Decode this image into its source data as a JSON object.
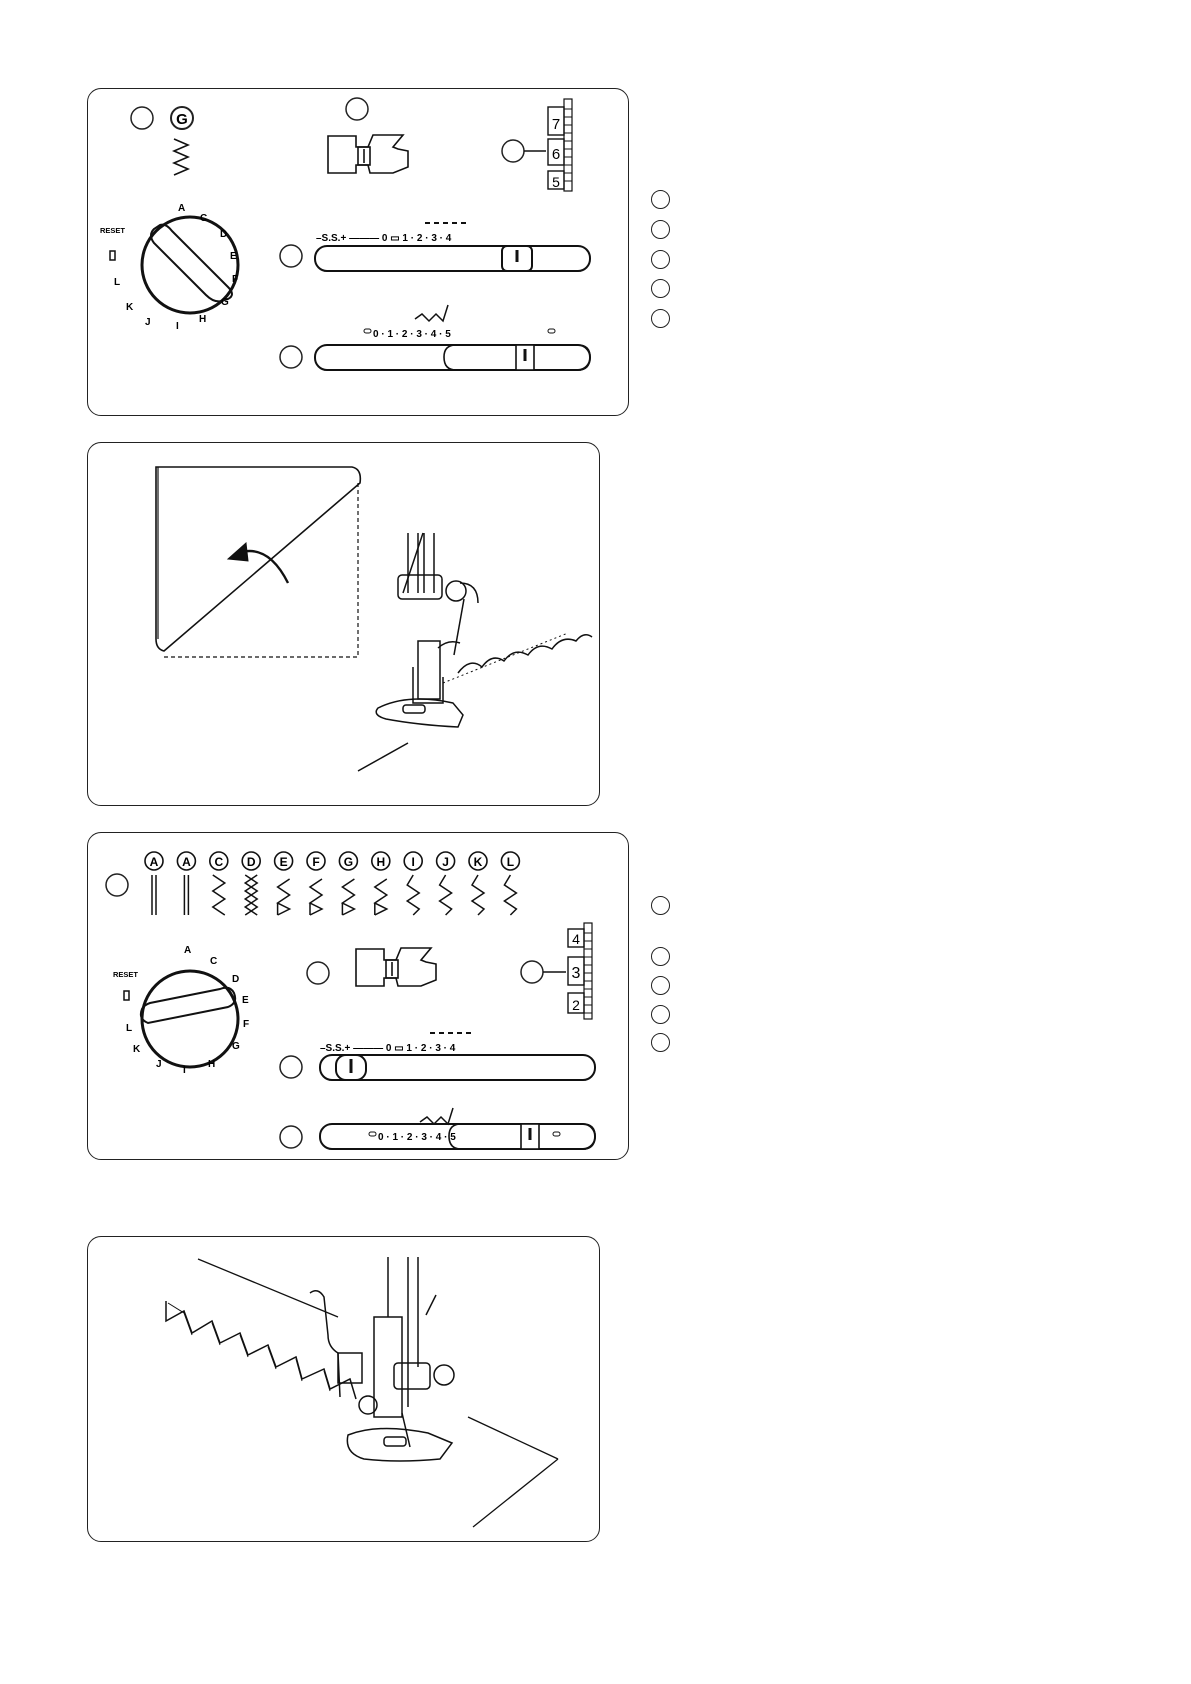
{
  "panel1": {
    "pattern_letter": "G",
    "dial_reset": "RESET",
    "dial_letters": [
      "A",
      "C",
      "D",
      "E",
      "F",
      "G",
      "H",
      "I",
      "J",
      "K",
      "L"
    ],
    "length_scale": "–S.S.+ ——— 0 ▭ 1 · 2 · 3 · 4",
    "width_scale": "0 · 1 · 2 · 3 · 4 · 5",
    "tension_numbers": [
      "7",
      "6",
      "5"
    ]
  },
  "panel3": {
    "pattern_letters": [
      "A",
      "A",
      "C",
      "D",
      "E",
      "F",
      "G",
      "H",
      "I",
      "J",
      "K",
      "L"
    ],
    "dial_reset": "RESET",
    "dial_letters": [
      "A",
      "C",
      "D",
      "E",
      "F",
      "G",
      "H",
      "I",
      "J",
      "K",
      "L"
    ],
    "length_scale": "–S.S.+ ——— 0 ▭ 1 · 2 · 3 · 4",
    "width_scale": "0 · 1 · 2 · 3 · 4 · 5",
    "tension_numbers": [
      "4",
      "3",
      "2"
    ]
  }
}
